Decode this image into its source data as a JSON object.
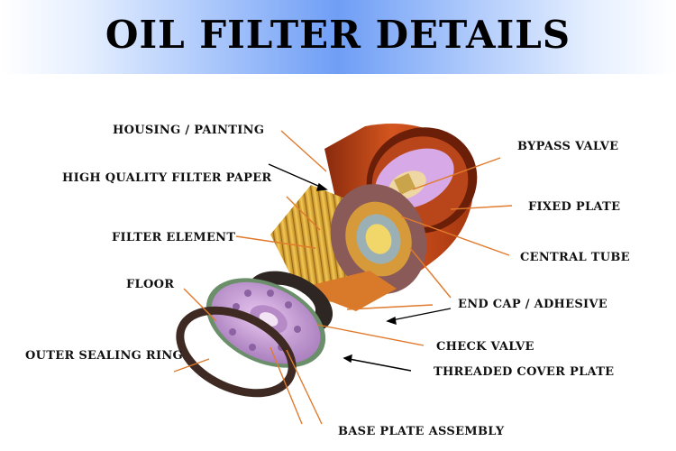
{
  "title": "OIL FILTER DETAILS",
  "labels": {
    "housing": "HOUSING / PAINTING",
    "filter_paper": "HIGH QUALITY FILTER PAPER",
    "filter_element": "FILTER ELEMENT",
    "floor": "FLOOR",
    "outer_sealing_ring": "OUTER SEALING RING",
    "bypass_valve": "BYPASS VALVE",
    "fixed_plate": "FIXED PLATE",
    "central_tube": "CENTRAL TUBE",
    "end_cap": "END CAP / ADHESIVE",
    "check_valve": "CHECK VALVE",
    "threaded_cover_plate": "THREADED COVER PLATE",
    "base_plate_assembly": "BASE PLATE ASSEMBLY"
  },
  "colors": {
    "banner_center": "#6f9ef5",
    "leader_orange": "#e07a2c",
    "leader_black": "#000000",
    "housing": "#c8491a",
    "pleats": "#e8b83a",
    "plate": "#c79ad8",
    "gasket": "#3a2f2a",
    "seal_ring": "#3e2a22"
  }
}
